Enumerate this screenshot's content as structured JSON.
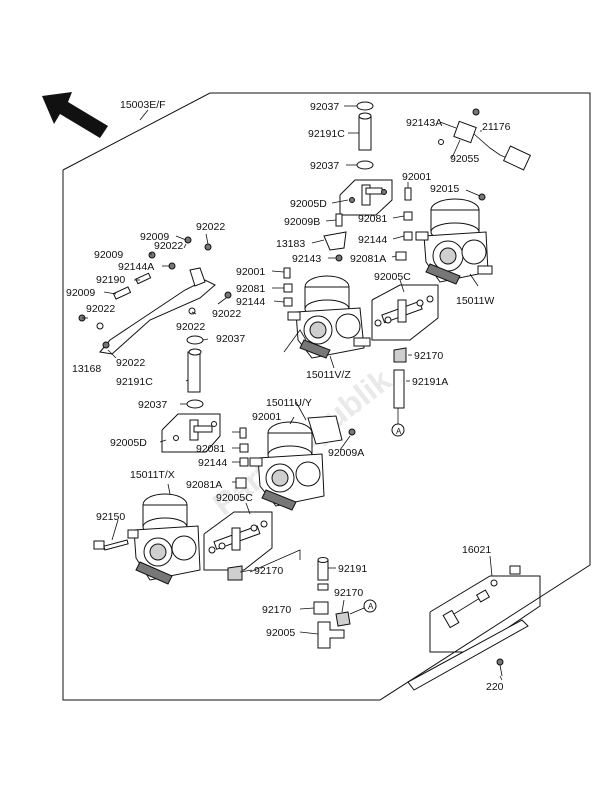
{
  "watermark": "PartsRepublik",
  "labels": {
    "l15003": "15003E/F",
    "l92037a": "92037",
    "l92191Ca": "92191C",
    "l92037b": "92037",
    "l92005Da": "92005D",
    "l92009B": "92009B",
    "l13183": "13183",
    "l92143": "92143",
    "l92081a": "92081",
    "l92081Aa": "92081A",
    "l92144a": "92144",
    "l92143A": "92143A",
    "l21176": "21176",
    "l92055": "92055",
    "l92001a": "92001",
    "l92015": "92015",
    "l92005Ca": "92005C",
    "l15011W": "15011W",
    "l92001b": "92001",
    "l92081b": "92081",
    "l92144b": "92144",
    "l15011VZ": "15011V/Z",
    "l92170a": "92170",
    "l92191A": "92191A",
    "l92009a": "92009",
    "l92022a": "92022",
    "l92009b": "92009",
    "l92022b": "92022",
    "l92144A": "92144A",
    "l92190": "92190",
    "l92009c": "92009",
    "l92022c": "92022",
    "l92022d": "92022",
    "l92022e": "92022",
    "l13168": "13168",
    "l92022f": "92022",
    "l92037c": "92037",
    "l92191Cb": "92191C",
    "l92037d": "92037",
    "l92005Db": "92005D",
    "l15011UY": "15011U/Y",
    "l92001c": "92001",
    "l92081c": "92081",
    "l92144c": "92144",
    "l92081Ab": "92081A",
    "l92009A": "92009A",
    "l15011TX": "15011T/X",
    "l92005Cb": "92005C",
    "l92150": "92150",
    "l92170b": "92170",
    "l92191": "92191",
    "l92170c": "92170",
    "l92170d": "92170",
    "l92005": "92005",
    "l16021": "16021",
    "l220": "220",
    "refA1": "A",
    "refA2": "A"
  },
  "colors": {
    "ink": "#111111",
    "part_fill": "#ffffff",
    "dark_part": "#777777",
    "watermark": "#e9e9e9"
  },
  "icons": {
    "direction_arrow": "front-direction-arrow-icon"
  }
}
